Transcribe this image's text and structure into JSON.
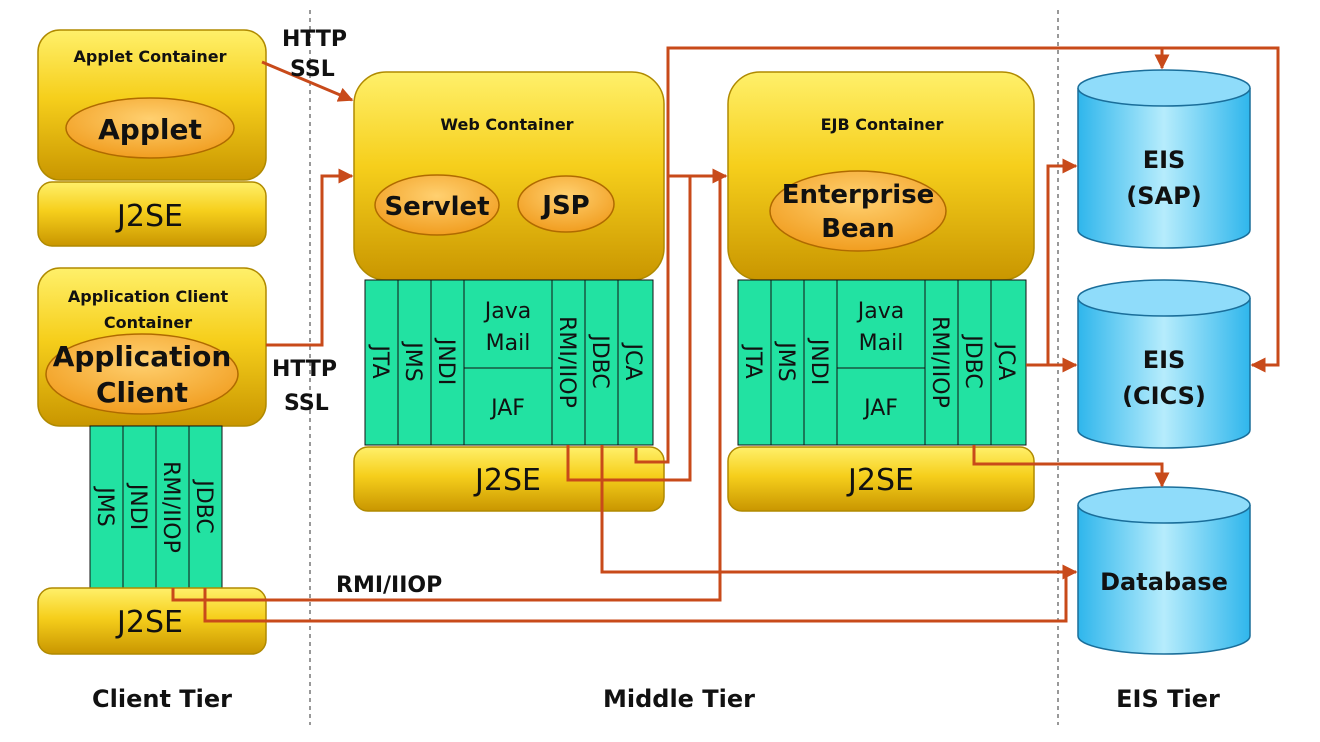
{
  "client_tier": {
    "applet_container": {
      "title": "Applet Container",
      "component": "Applet",
      "runtime": "J2SE"
    },
    "app_client_container": {
      "title_line1": "Application Client",
      "title_line2": "Container",
      "component_line1": "Application",
      "component_line2": "Client",
      "apis": [
        "JMS",
        "JNDI",
        "RMI/IIOP",
        "JDBC"
      ],
      "runtime": "J2SE"
    }
  },
  "middle_tier": {
    "web_container": {
      "title": "Web Container",
      "components": [
        "Servlet",
        "JSP"
      ],
      "apis": {
        "left": [
          "JTA",
          "JMS",
          "JNDI"
        ],
        "javamail_line1": "Java",
        "javamail_line2": "Mail",
        "jaf": "JAF",
        "right": [
          "RMI/IIOP",
          "JDBC",
          "JCA"
        ]
      },
      "runtime": "J2SE"
    },
    "ejb_container": {
      "title": "EJB Container",
      "component_line1": "Enterprise",
      "component_line2": "Bean",
      "apis": {
        "left": [
          "JTA",
          "JMS",
          "JNDI"
        ],
        "javamail_line1": "Java",
        "javamail_line2": "Mail",
        "jaf": "JAF",
        "right": [
          "RMI/IIOP",
          "JDBC",
          "JCA"
        ]
      },
      "runtime": "J2SE"
    }
  },
  "eis_tier": {
    "eis_sap_line1": "EIS",
    "eis_sap_line2": "(SAP)",
    "eis_cics_line1": "EIS",
    "eis_cics_line2": "(CICS)",
    "database": "Database"
  },
  "protocols": {
    "http_top_1": "HTTP",
    "http_top_2": "SSL",
    "http_mid_1": "HTTP",
    "http_mid_2": "SSL",
    "rmi_iiop": "RMI/IIOP"
  },
  "tiers": {
    "client": "Client Tier",
    "middle": "Middle Tier",
    "eis": "EIS Tier"
  },
  "colors": {
    "container": "#f2c010",
    "component": "#f0a020",
    "api": "#20e0a0",
    "database": "#40c0f0",
    "line": "#c84a1a"
  }
}
